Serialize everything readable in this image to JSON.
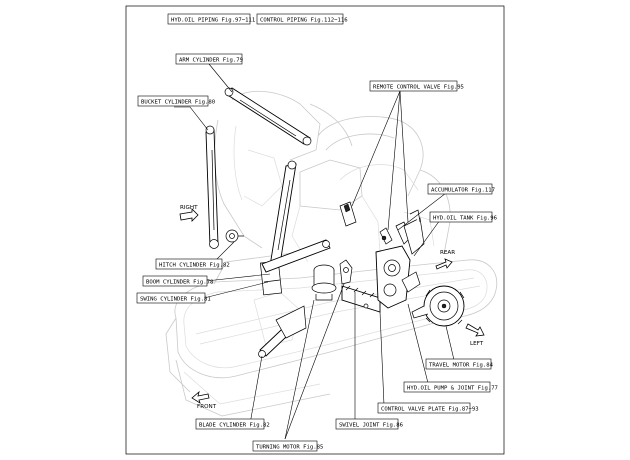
{
  "header_refs": [
    {
      "id": "hyd_oil_piping",
      "label": "HYD.OIL PIPING Fig.97~111"
    },
    {
      "id": "control_piping",
      "label": "CONTROL PIPING Fig.112~116"
    }
  ],
  "callouts": [
    {
      "id": "arm_cylinder",
      "label": "ARM CYLINDER Fig.79"
    },
    {
      "id": "bucket_cylinder",
      "label": "BUCKET CYLINDER Fig.80"
    },
    {
      "id": "remote_control_valve",
      "label": "REMOTE CONTROL VALVE Fig.95"
    },
    {
      "id": "accumulator",
      "label": "ACCUMULATOR Fig.117"
    },
    {
      "id": "hyd_oil_tank",
      "label": "HYD.OIL TANK Fig.96"
    },
    {
      "id": "hitch_cylinder",
      "label": "HITCH CYLINDER Fig.82"
    },
    {
      "id": "boom_cylinder",
      "label": "BOOM CYLINDER Fig.78"
    },
    {
      "id": "swing_cylinder",
      "label": "SWING CYLINDER Fig.81"
    },
    {
      "id": "travel_motor",
      "label": "TRAVEL MOTOR Fig.84"
    },
    {
      "id": "hyd_oil_pump_joint",
      "label": "HYD.OIL PUMP & JOINT Fig.77"
    },
    {
      "id": "control_valve_plate",
      "label": "CONTROL VALVE PLATE Fig.87~93"
    },
    {
      "id": "swivel_joint",
      "label": "SWIVEL JOINT Fig.86"
    },
    {
      "id": "blade_cylinder",
      "label": "BLADE CYLINDER Fig.82"
    },
    {
      "id": "turning_motor",
      "label": "TURNING MOTOR Fig.85"
    }
  ],
  "directions": {
    "right": "RIGHT",
    "rear": "REAR",
    "left": "LEFT",
    "front": "FRONT"
  }
}
